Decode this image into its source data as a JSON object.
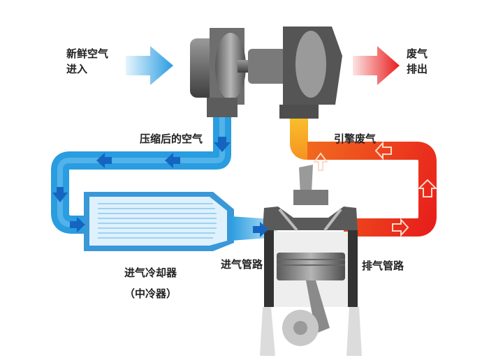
{
  "labels": {
    "fresh_air_line1": "新鲜空气",
    "fresh_air_line2": "进入",
    "exhaust_out_line1": "废气",
    "exhaust_out_line2": "排出",
    "compressed_air": "压缩后的空气",
    "engine_exhaust": "引擎废气",
    "intercooler_line1": "进气冷却器",
    "intercooler_line2": "（中冷器）",
    "intake_manifold": "进气管路",
    "exhaust_manifold": "排气管路"
  },
  "colors": {
    "cold_air": "#2a9ce0",
    "cold_air_light": "#8fd0f5",
    "hot_exhaust": "#e81c1c",
    "warm_exhaust": "#f7a21b",
    "metal_dark": "#4a4a4a",
    "metal_mid": "#8a8a8a"
  },
  "icons": [
    "arrow-right-icon",
    "arrow-down-icon",
    "arrow-left-icon",
    "arrow-up-icon"
  ]
}
